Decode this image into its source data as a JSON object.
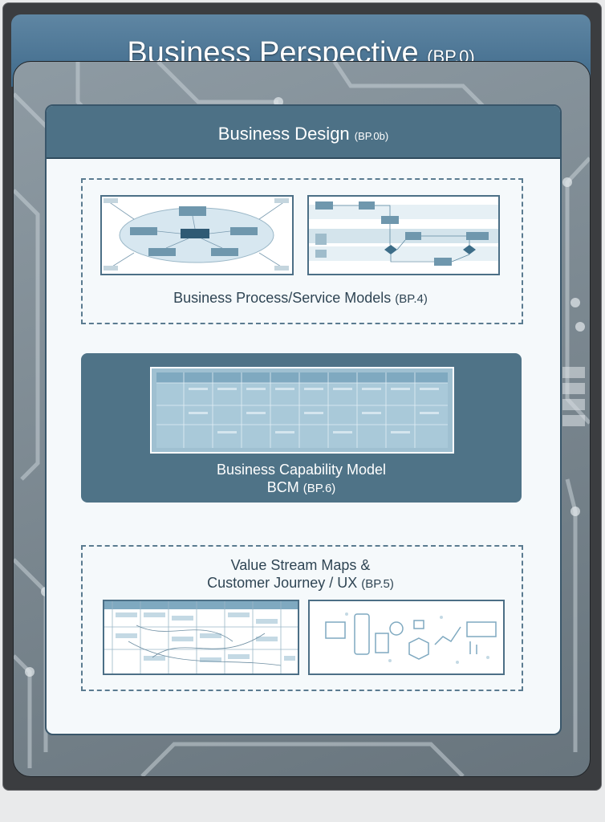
{
  "page": {
    "title": "Business Perspective",
    "title_code": "(BP.0)"
  },
  "design": {
    "title": "Business Design",
    "title_code": "(BP.0b)"
  },
  "sections": [
    {
      "label": "Business Process/Service Models",
      "code": "(BP.4)"
    },
    {
      "label_line1": "Business Capability Model",
      "label_line2": "BCM",
      "code": "(BP.6)"
    },
    {
      "label_line1": "Value Stream Maps &",
      "label_line2": "Customer Journey / UX",
      "code": "(BP.5)"
    }
  ],
  "colors": {
    "banner": "#4f7a98",
    "header": "#4d7186",
    "card": "#f5f9fb",
    "accent": "#4c6f86"
  }
}
